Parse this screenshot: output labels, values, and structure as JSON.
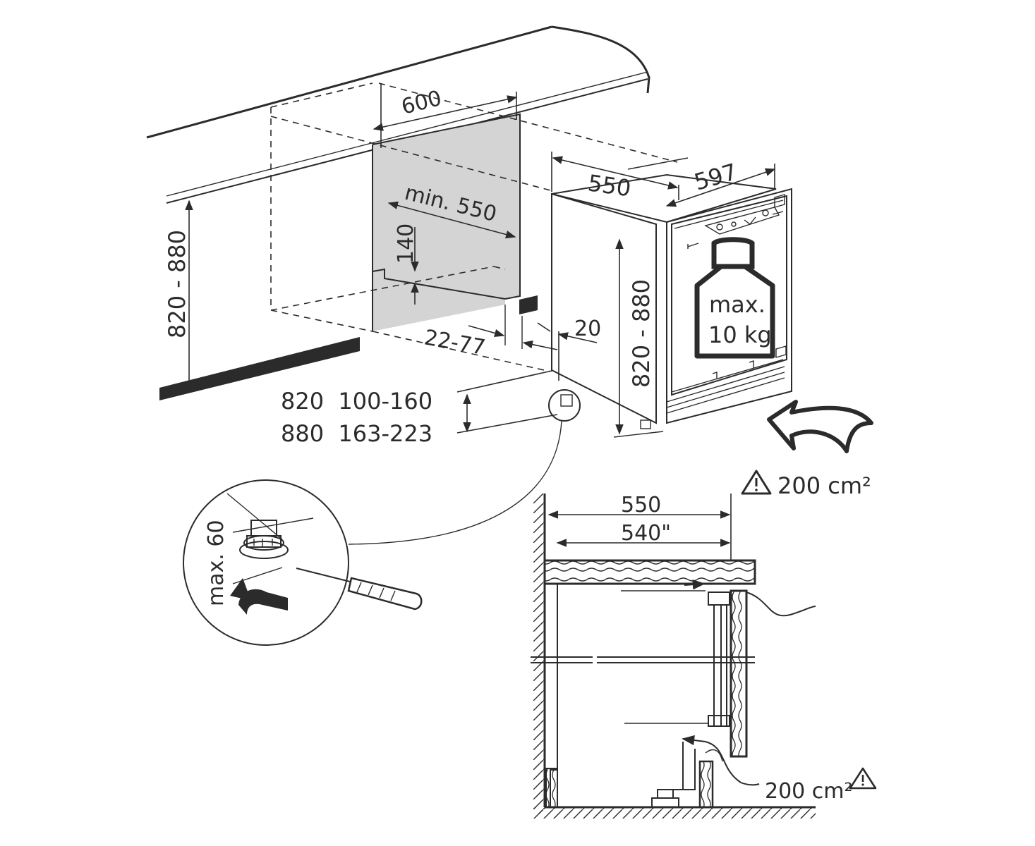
{
  "labels": {
    "cabinet_width": "600",
    "cabinet_depth_min": "min. 550",
    "ventilation_cut": "140",
    "niche_height": "820 - 880",
    "plinth_depth": "22-77",
    "door_gap": "20",
    "appliance_depth": "550",
    "appliance_width": "597",
    "appliance_height": "820 - 880",
    "weight_line1": "max.",
    "weight_line2": "10 kg",
    "plinth_row1": "820  100-160",
    "plinth_row2": "880  163-223",
    "airflow_front": "200 cm²",
    "foot_adjust": "max. 60",
    "section_depth": "550",
    "section_inner": "540\"",
    "airflow_bottom": "200 cm²"
  },
  "icons": {
    "warning": "warning-triangle-icon",
    "airflow_arrow": "airflow-arrow-icon",
    "weight": "weight-icon",
    "screwdriver": "screwdriver-icon",
    "rotate_arrow": "rotate-arrow-icon"
  },
  "colors": {
    "line": "#2b2b2b",
    "niche_fill": "#d4d4d4",
    "background": "#ffffff"
  }
}
